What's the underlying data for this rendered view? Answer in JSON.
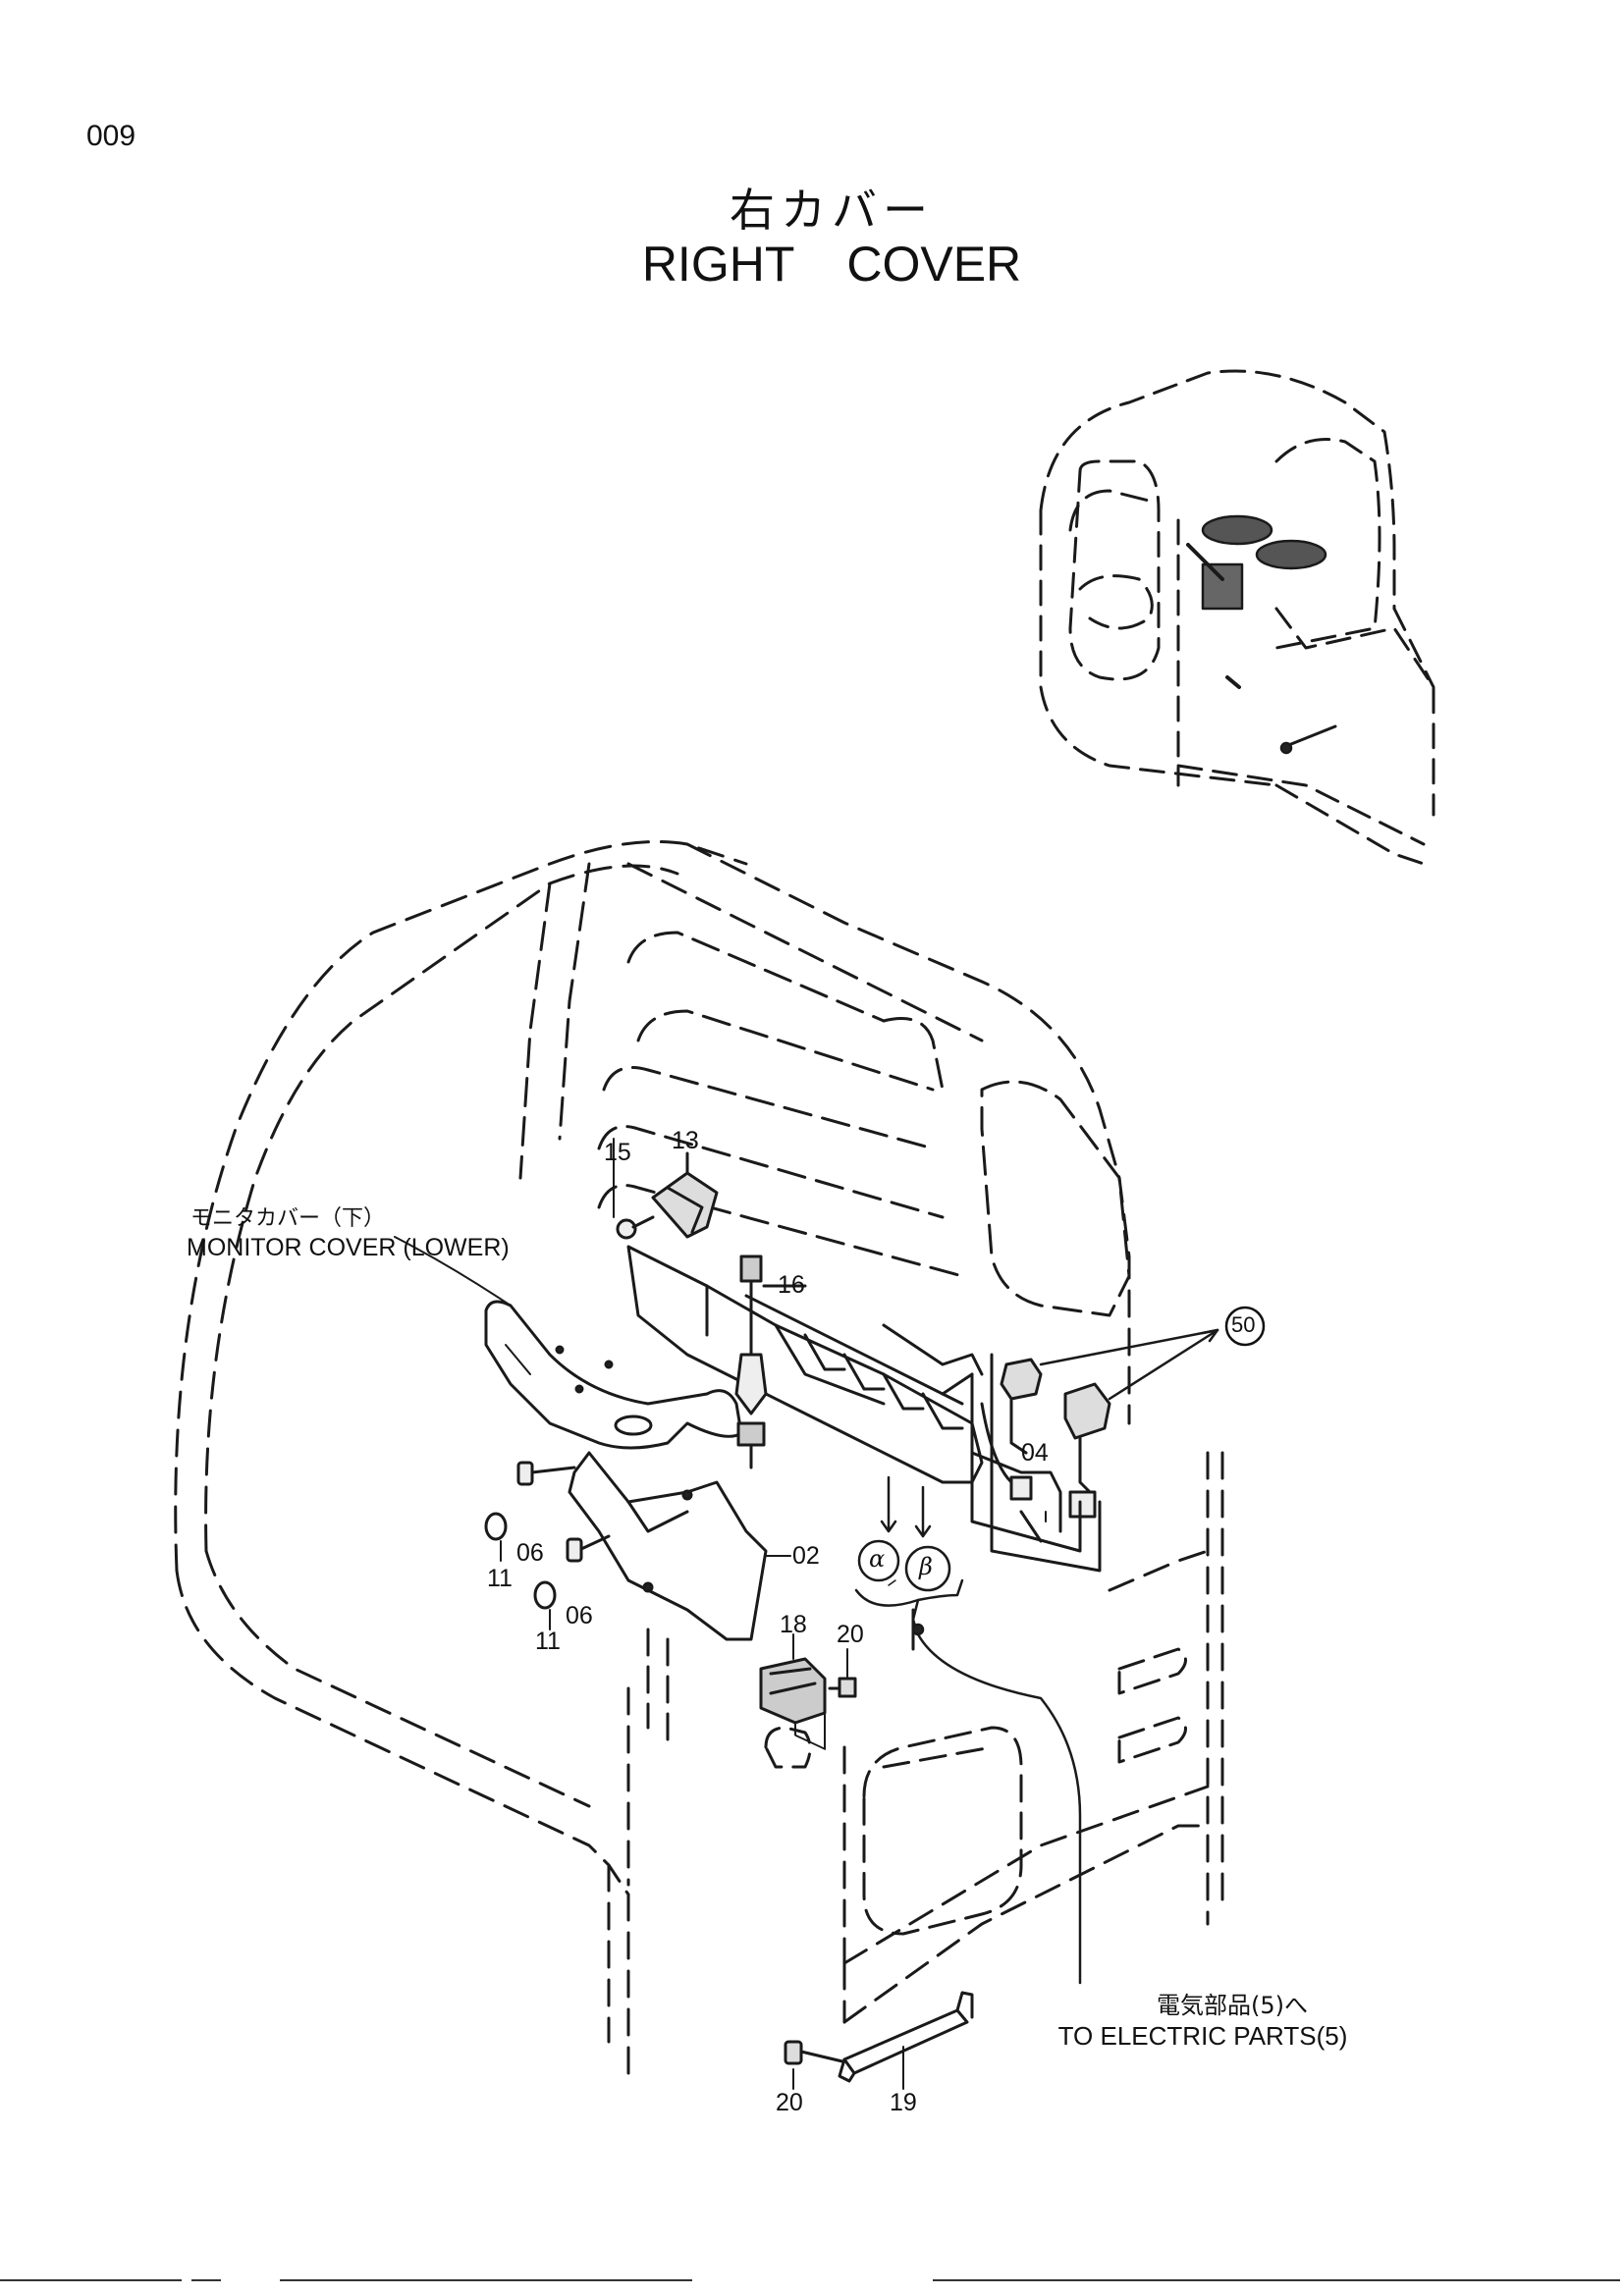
{
  "page_number": "009",
  "title": {
    "jp": "右カバー",
    "en": "RIGHT   COVER"
  },
  "callouts": {
    "monitor_cover_jp": "モニタカバー（下）",
    "monitor_cover_en": "MONITOR COVER (LOWER)",
    "electric_jp": "電気部品(5)へ",
    "electric_en": "TO ELECTRIC PARTS(5)"
  },
  "part_labels": {
    "p13": "13",
    "p15": "15",
    "p16": "16",
    "p04": "04",
    "p50": "50",
    "p02": "02",
    "p06a": "06",
    "p11a": "11",
    "p06b": "06",
    "p11b": "11",
    "p18": "18",
    "p20a": "20",
    "p20b": "20",
    "p19": "19"
  },
  "symbols": {
    "alpha": "α",
    "beta": "β"
  }
}
